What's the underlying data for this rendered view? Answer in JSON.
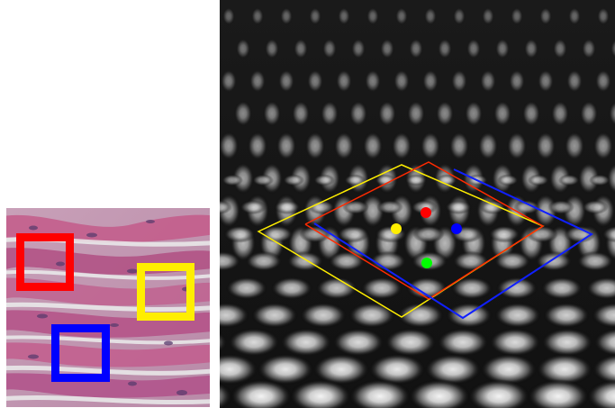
{
  "tissue_panel": {
    "boxes": [
      {
        "name": "red-box",
        "color": "#ff0000"
      },
      {
        "name": "yellow-box",
        "color": "#ffee00"
      },
      {
        "name": "blue-box",
        "color": "#0000ff"
      }
    ]
  },
  "grid_panel": {
    "markers": [
      {
        "name": "red-marker",
        "color": "#ff0000"
      },
      {
        "name": "yellow-marker",
        "color": "#ffee00"
      },
      {
        "name": "blue-marker",
        "color": "#0000ff"
      },
      {
        "name": "green-marker",
        "color": "#00ff00"
      }
    ],
    "outlines": [
      {
        "name": "yellow-outline",
        "color": "#ffee00"
      },
      {
        "name": "red-outline",
        "color": "#ff0000"
      },
      {
        "name": "blue-outline",
        "color": "#0000ff"
      }
    ]
  }
}
